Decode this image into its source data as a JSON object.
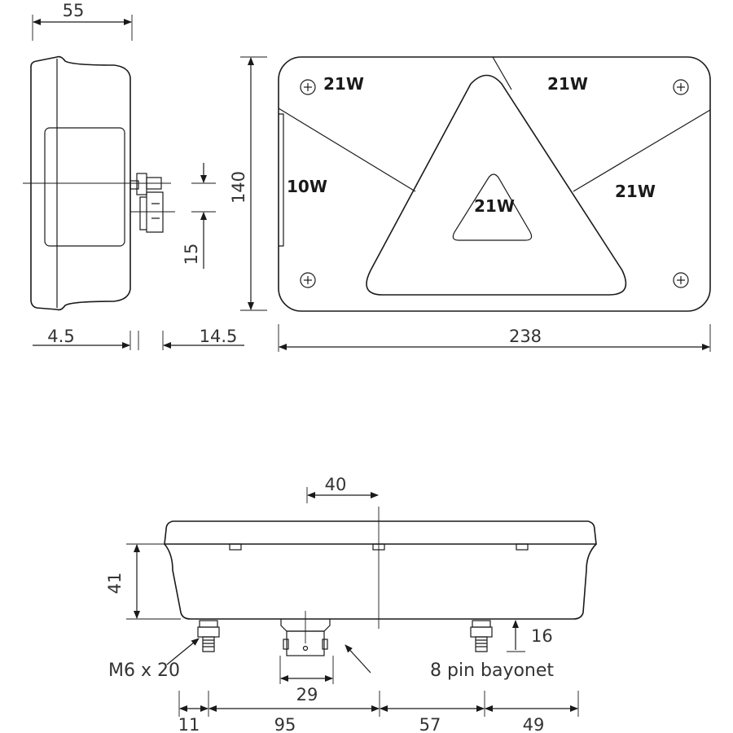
{
  "side_view": {
    "dim_depth": "55",
    "dim_height": "140",
    "dim_connector_offset": "15",
    "dim_left_small": "4.5",
    "dim_right_small": "14.5"
  },
  "front_view": {
    "dim_width": "238",
    "lamp_top_left": "21W",
    "lamp_top_right": "21W",
    "lamp_left": "10W",
    "lamp_right": "21W",
    "lamp_center": "21W"
  },
  "bottom_view": {
    "dim_offset_top": "40",
    "dim_height": "41",
    "dim_stud_length": "16",
    "dim_connector_width": "29",
    "dim_seg_1": "11",
    "dim_seg_2": "95",
    "dim_seg_3": "57",
    "dim_seg_4": "49",
    "note_studs": "M6 x 20",
    "note_connector": "8 pin bayonet"
  },
  "icons": [
    "screw-icon",
    "arrow-icon"
  ]
}
